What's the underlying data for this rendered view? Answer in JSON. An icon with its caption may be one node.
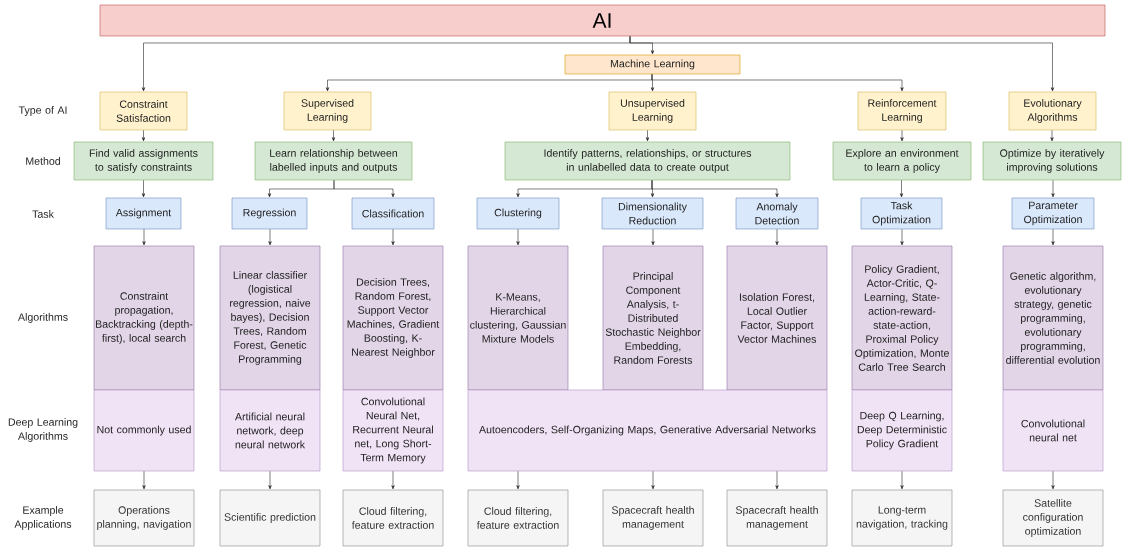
{
  "diagram": {
    "nodes": [
      {
        "text": [
          "AI"
        ]
      },
      {
        "text": [
          "Machine Learning"
        ]
      },
      {
        "text": [
          "Constraint Satisfaction"
        ]
      },
      {
        "text": [
          "Supervised Learning"
        ]
      },
      {
        "text": [
          "Unsupervised Learning"
        ]
      },
      {
        "text": [
          "Reinforcement Learning"
        ]
      },
      {
        "text": [
          "Evolutionary Algorithms"
        ]
      },
      {
        "text": [
          "Find valid assignments to satisfy constraints"
        ]
      },
      {
        "text": [
          "Learn relationship between labelled inputs and outputs"
        ]
      },
      {
        "text": [
          "Identify patterns, relationships, or structures in unlabelled data to create output"
        ]
      },
      {
        "text": [
          "Explore an environment to learn a policy"
        ]
      },
      {
        "text": [
          "Optimize by iteratively improving solutions"
        ]
      },
      {
        "text": [
          "Assignment"
        ]
      },
      {
        "text": [
          "Regression"
        ]
      },
      {
        "text": [
          "Classification"
        ]
      },
      {
        "text": [
          "Clustering"
        ]
      },
      {
        "text": [
          "Dimensionality Reduction"
        ]
      },
      {
        "text": [
          "Anomaly Detection"
        ]
      },
      {
        "text": [
          "Task Optimization"
        ]
      },
      {
        "text": [
          "Parameter Optimization"
        ]
      },
      {
        "text": [
          "Constraint propagation, Backtracking (depth-first), local search"
        ]
      },
      {
        "text": [
          "Linear classifier (logistical regression, naive bayes), Decision Trees, Random Forest, Genetic Programming"
        ]
      },
      {
        "text": [
          "Decision Trees, Random Forest, Support Vector Machines, Gradient Boosting, K-Nearest Neighbor"
        ]
      },
      {
        "text": [
          "K-Means, Hierarchical clustering, Gaussian Mixture Models"
        ]
      },
      {
        "text": [
          "Principal Component Analysis, t-Distributed Stochastic Neighbor Embedding, Random Forests"
        ]
      },
      {
        "text": [
          "Isolation Forest, Local Outlier Factor, Support Vector Machines"
        ]
      },
      {
        "text": [
          "Policy Gradient, Actor-Critic, Q-Learning, State-action-reward-state-action, Proximal Policy Optimization, Monte Carlo Tree Search"
        ]
      },
      {
        "text": [
          "Genetic algorithm, evolutionary strategy, genetic programming, evolutionary programming, differential evolution"
        ]
      },
      {
        "text": [
          "Not commonly used"
        ]
      },
      {
        "text": [
          "Artificial neural network, deep neural network"
        ]
      },
      {
        "text": [
          "Convolutional Neural Net, Recurrent Neural net, Long Short-Term Memory"
        ]
      },
      {
        "text": [
          "Autoencoders, Self-Organizing Maps, Generative Adversarial Networks"
        ]
      },
      {
        "text": [
          "Deep Q Learning, Deep Deterministic Policy Gradient"
        ]
      },
      {
        "text": [
          "Convolutional neural net"
        ]
      },
      {
        "text": [
          "Operations planning, navigation"
        ]
      },
      {
        "text": [
          "Scientific prediction"
        ]
      },
      {
        "text": [
          "Cloud filtering, feature extraction"
        ]
      },
      {
        "text": [
          "Cloud filtering, feature extraction"
        ]
      },
      {
        "text": [
          "Spacecraft health management"
        ]
      },
      {
        "text": [
          "Spacecraft health management"
        ]
      },
      {
        "text": [
          "Long-term navigation, tracking"
        ]
      },
      {
        "text": [
          "Satellite configuration optimization"
        ]
      }
    ],
    "edges": [
      {
        "from": 0,
        "to": 2,
        "arrow": "to"
      },
      {
        "from": 0,
        "to": 1,
        "arrow": "to"
      },
      {
        "from": 0,
        "to": 6,
        "arrow": "to"
      },
      {
        "from": 1,
        "to": 3,
        "arrow": "to"
      },
      {
        "from": 1,
        "to": 4,
        "arrow": "to"
      },
      {
        "from": 1,
        "to": 5,
        "arrow": "to"
      },
      {
        "from": 2,
        "to": 7,
        "arrow": "to"
      },
      {
        "from": 3,
        "to": 8,
        "arrow": "to"
      },
      {
        "from": 4,
        "to": 9,
        "arrow": "to"
      },
      {
        "from": 5,
        "to": 10,
        "arrow": "to"
      },
      {
        "from": 6,
        "to": 11,
        "arrow": "to"
      },
      {
        "from": 7,
        "to": 12,
        "arrow": "to"
      },
      {
        "from": 8,
        "to": 13,
        "arrow": "to"
      },
      {
        "from": 8,
        "to": 14,
        "arrow": "to"
      },
      {
        "from": 9,
        "to": 15,
        "arrow": "to"
      },
      {
        "from": 9,
        "to": 16,
        "arrow": "to"
      },
      {
        "from": 9,
        "to": 17,
        "arrow": "to"
      },
      {
        "from": 10,
        "to": 18,
        "arrow": "to"
      },
      {
        "from": 11,
        "to": 19,
        "arrow": "to"
      },
      {
        "from": 12,
        "to": 20,
        "arrow": "to"
      },
      {
        "from": 13,
        "to": 21,
        "arrow": "to"
      },
      {
        "from": 14,
        "to": 22,
        "arrow": "to"
      },
      {
        "from": 15,
        "to": 23,
        "arrow": "to"
      },
      {
        "from": 16,
        "to": 24,
        "arrow": "to"
      },
      {
        "from": 17,
        "to": 25,
        "arrow": "to"
      },
      {
        "from": 18,
        "to": 26,
        "arrow": "to"
      },
      {
        "from": 19,
        "to": 27,
        "arrow": "to"
      },
      {
        "from": 28,
        "to": 34,
        "arrow": "to"
      },
      {
        "from": 29,
        "to": 35,
        "arrow": "to"
      },
      {
        "from": 30,
        "to": 36,
        "arrow": "to"
      },
      {
        "from": 31,
        "to": 37,
        "arrow": "to"
      },
      {
        "from": 31,
        "to": 38,
        "arrow": "to"
      },
      {
        "from": 31,
        "to": 39,
        "arrow": "to"
      },
      {
        "from": 32,
        "to": 40,
        "arrow": "to"
      },
      {
        "from": 33,
        "to": 41,
        "arrow": "to"
      }
    ],
    "labels": [
      "Type of AI",
      "Method",
      "Task",
      "Algorithms",
      "Deep Learning Algorithms",
      "Example Applications"
    ]
  }
}
